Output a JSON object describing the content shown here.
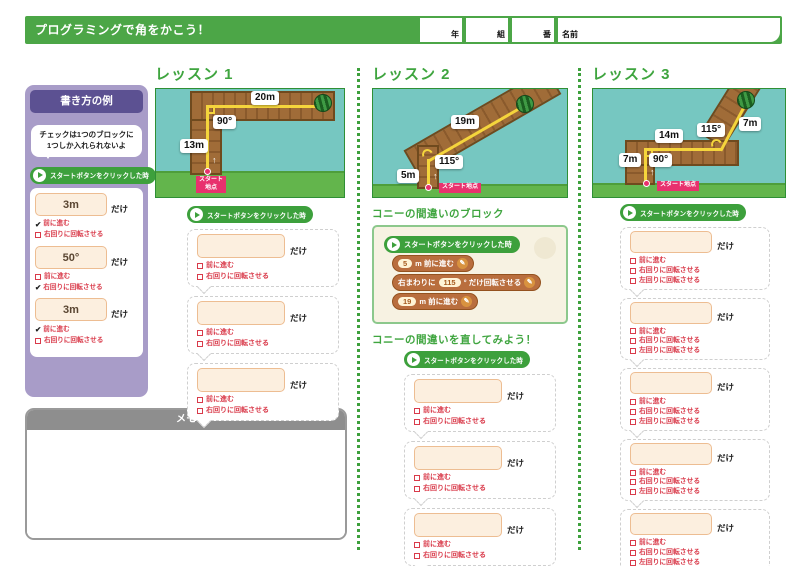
{
  "header": {
    "title": "プログラミングで角をかこう！",
    "year_label": "年",
    "class_label": "組",
    "number_label": "番",
    "name_label": "名前"
  },
  "icons": {
    "play": "▶",
    "edit": "✎",
    "up_arrow": "↑",
    "check": "✔"
  },
  "common": {
    "when_start_clicked": "スタートボタンをクリックした時",
    "only_suffix": "だけ",
    "opt_forward": "前に進む",
    "opt_cw": "右回りに回転させる",
    "opt_ccw": "左回りに回転させる",
    "start_point": "スタート地点"
  },
  "sidebar": {
    "title": "書き方の例",
    "bubble_line1": "チェックは1つのブロックに",
    "bubble_line2": "1つしか入れられないよ",
    "blocks": [
      {
        "value": "3m",
        "options": [
          {
            "label": "前に進む",
            "checked": true
          },
          {
            "label": "右回りに回転させる",
            "checked": false
          }
        ]
      },
      {
        "value": "50°",
        "options": [
          {
            "label": "前に進む",
            "checked": false
          },
          {
            "label": "右回りに回転させる",
            "checked": true
          }
        ]
      },
      {
        "value": "3m",
        "options": [
          {
            "label": "前に進む",
            "checked": true
          },
          {
            "label": "右回りに回転させる",
            "checked": false
          }
        ]
      }
    ]
  },
  "memo": {
    "title": "メモ"
  },
  "lesson1": {
    "title": "レッスン 1",
    "diagram": {
      "top_len": "20m",
      "angle": "90°",
      "left_len": "13m"
    }
  },
  "lesson2": {
    "title": "レッスン 2",
    "diagram": {
      "diag_len": "19m",
      "angle": "115°",
      "left_len": "5m"
    },
    "mistake_heading": "コニーの間違いのブロック",
    "fix_heading": "コニーの間違いを直してみよう！",
    "mistake_blocks": [
      {
        "num": "5",
        "text": "m 前に進む"
      },
      {
        "pre": "右まわりに",
        "num": "115",
        "post": "° だけ回転させる"
      },
      {
        "num": "19",
        "text": "m 前に進む"
      }
    ]
  },
  "lesson3": {
    "title": "レッスン 3",
    "diagram": {
      "left_len": "7m",
      "angle1": "90°",
      "mid_len": "14m",
      "angle2": "115°",
      "diag_len": "7m"
    }
  }
}
